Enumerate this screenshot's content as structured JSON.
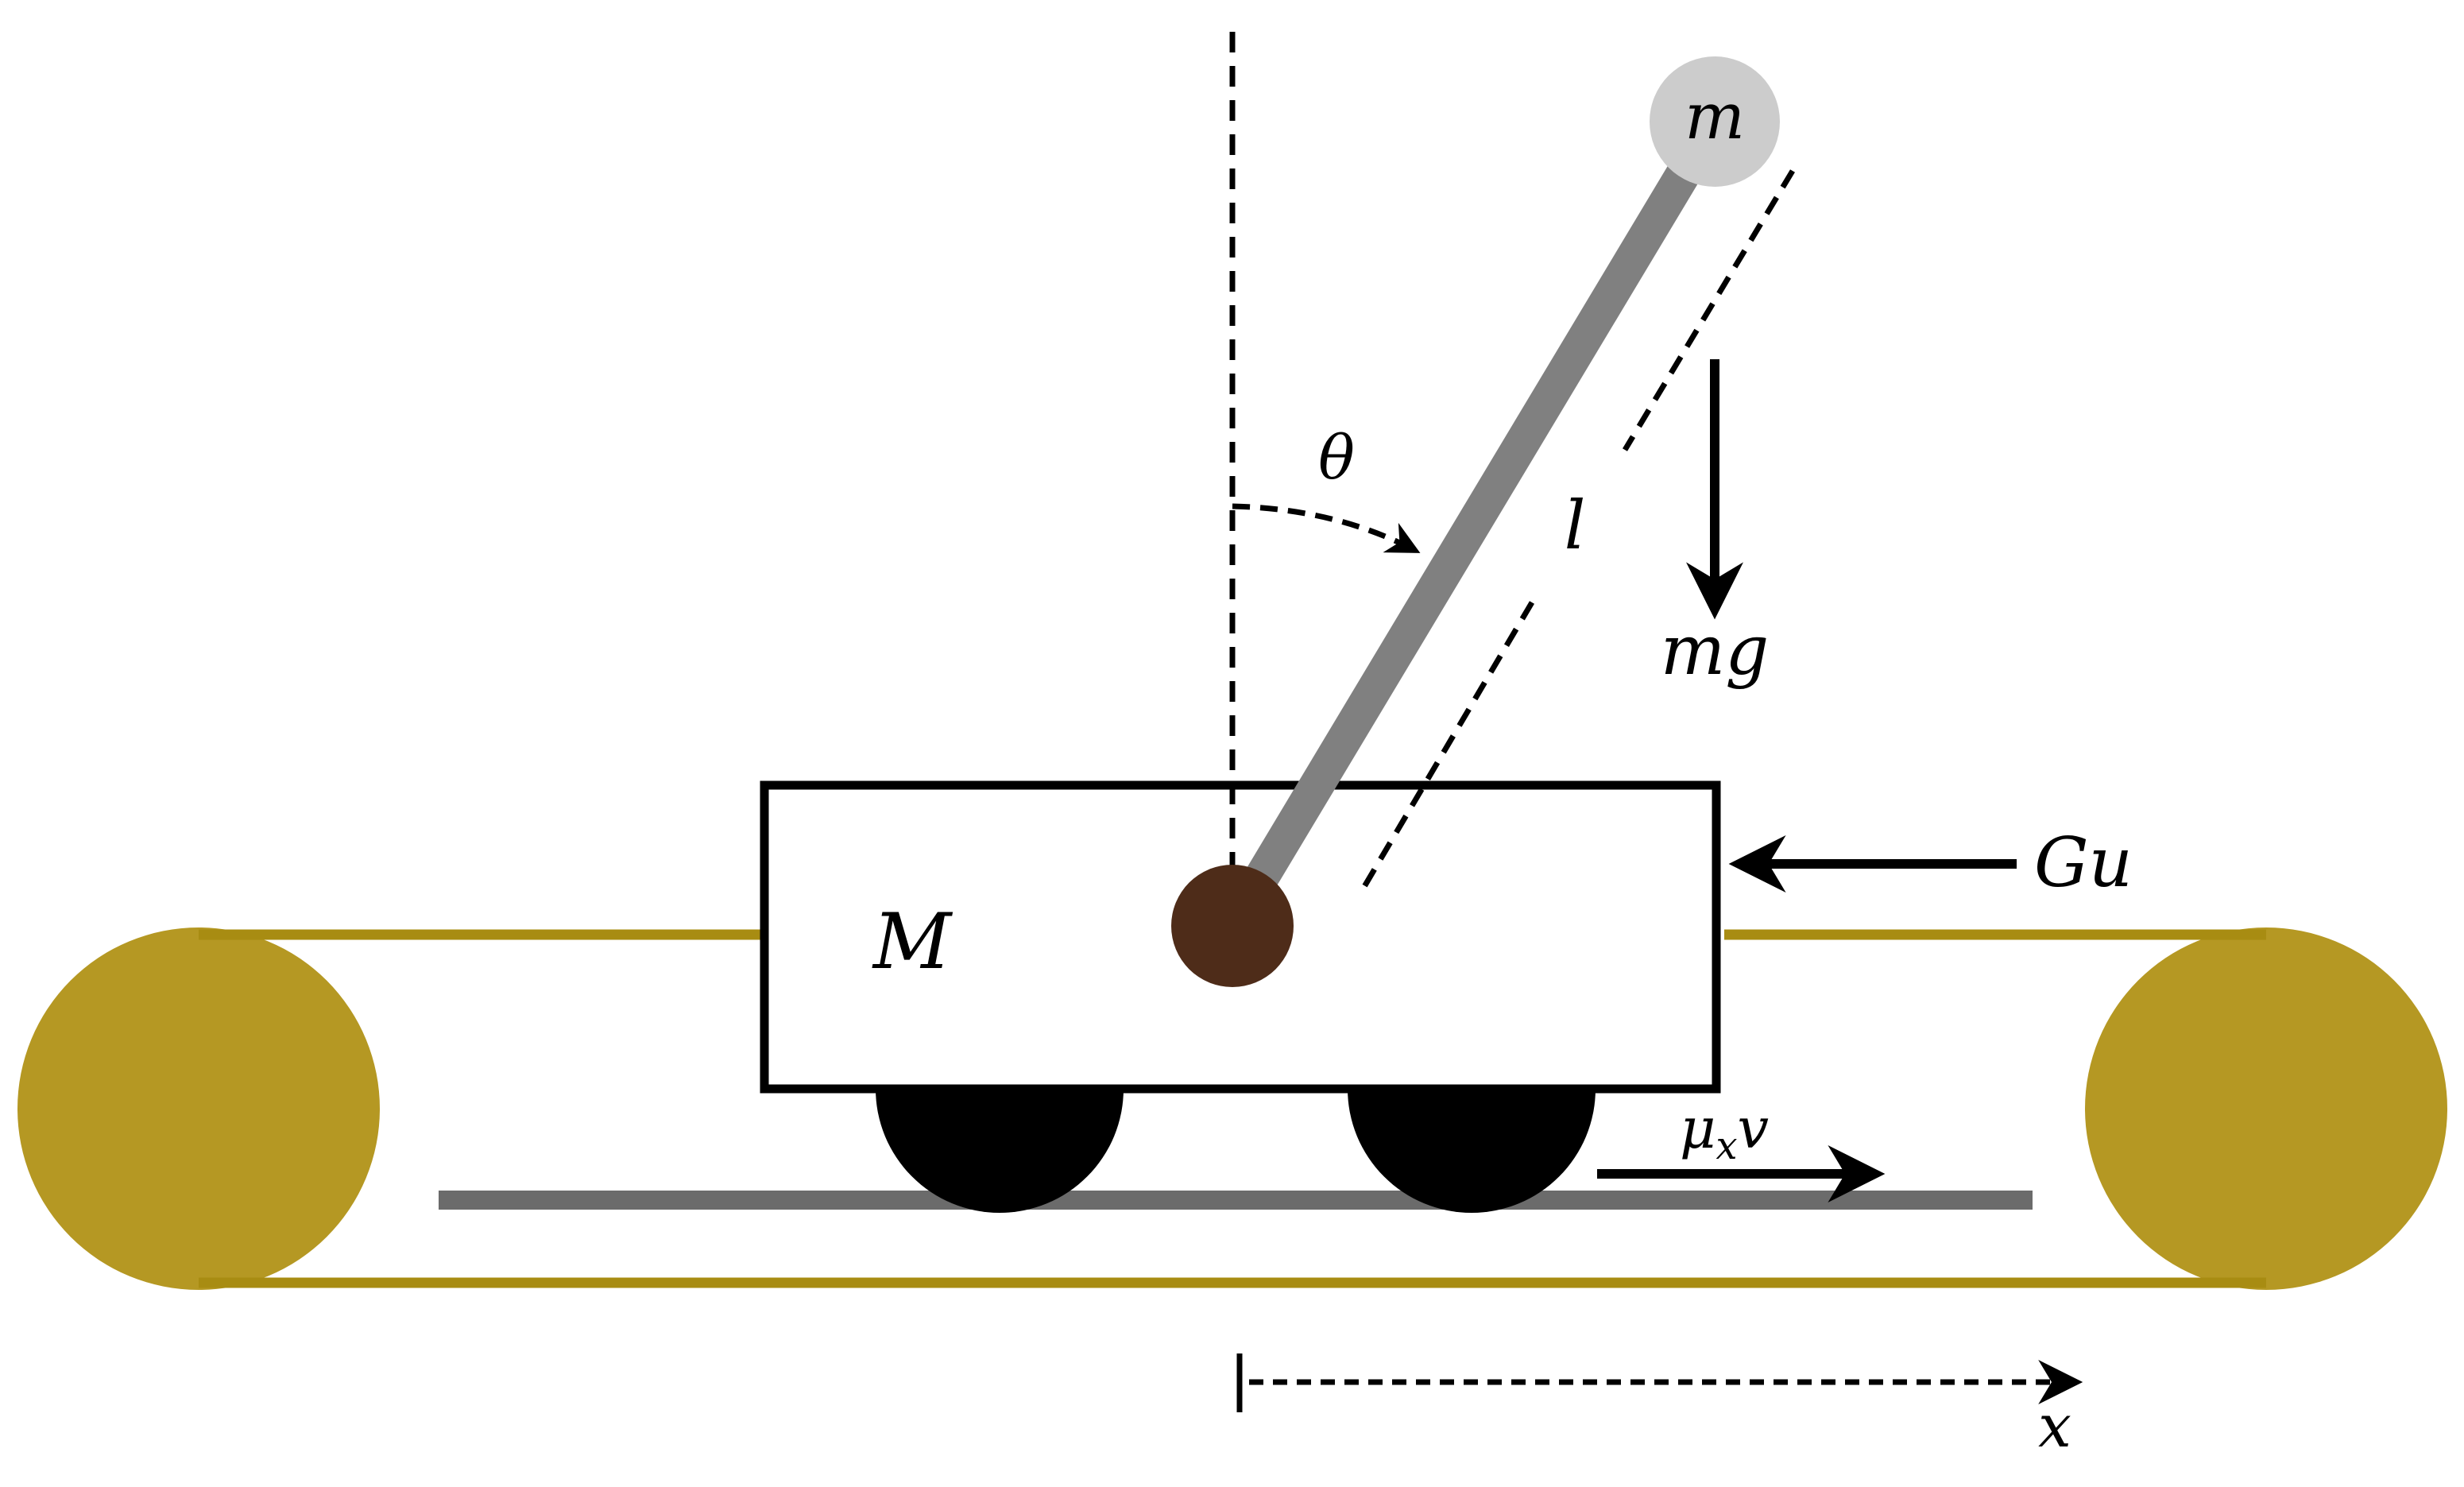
{
  "labels": {
    "pendulum_mass": "m",
    "cart_mass": "M",
    "angle": "θ",
    "length": "l",
    "gravity_force": "mg",
    "control_force": "Gu",
    "friction": "μ",
    "friction_subscript": "x",
    "friction_velocity": "v",
    "position": "x"
  },
  "colors": {
    "pulley": "#b59823",
    "belt": "#a88c12",
    "rail": "#6b6b6b",
    "rod": "#808080",
    "bob": "#cccccc",
    "pivot": "#4e2c19",
    "wheel": "#000000",
    "cart_fill": "#ffffff",
    "stroke": "#000000"
  }
}
